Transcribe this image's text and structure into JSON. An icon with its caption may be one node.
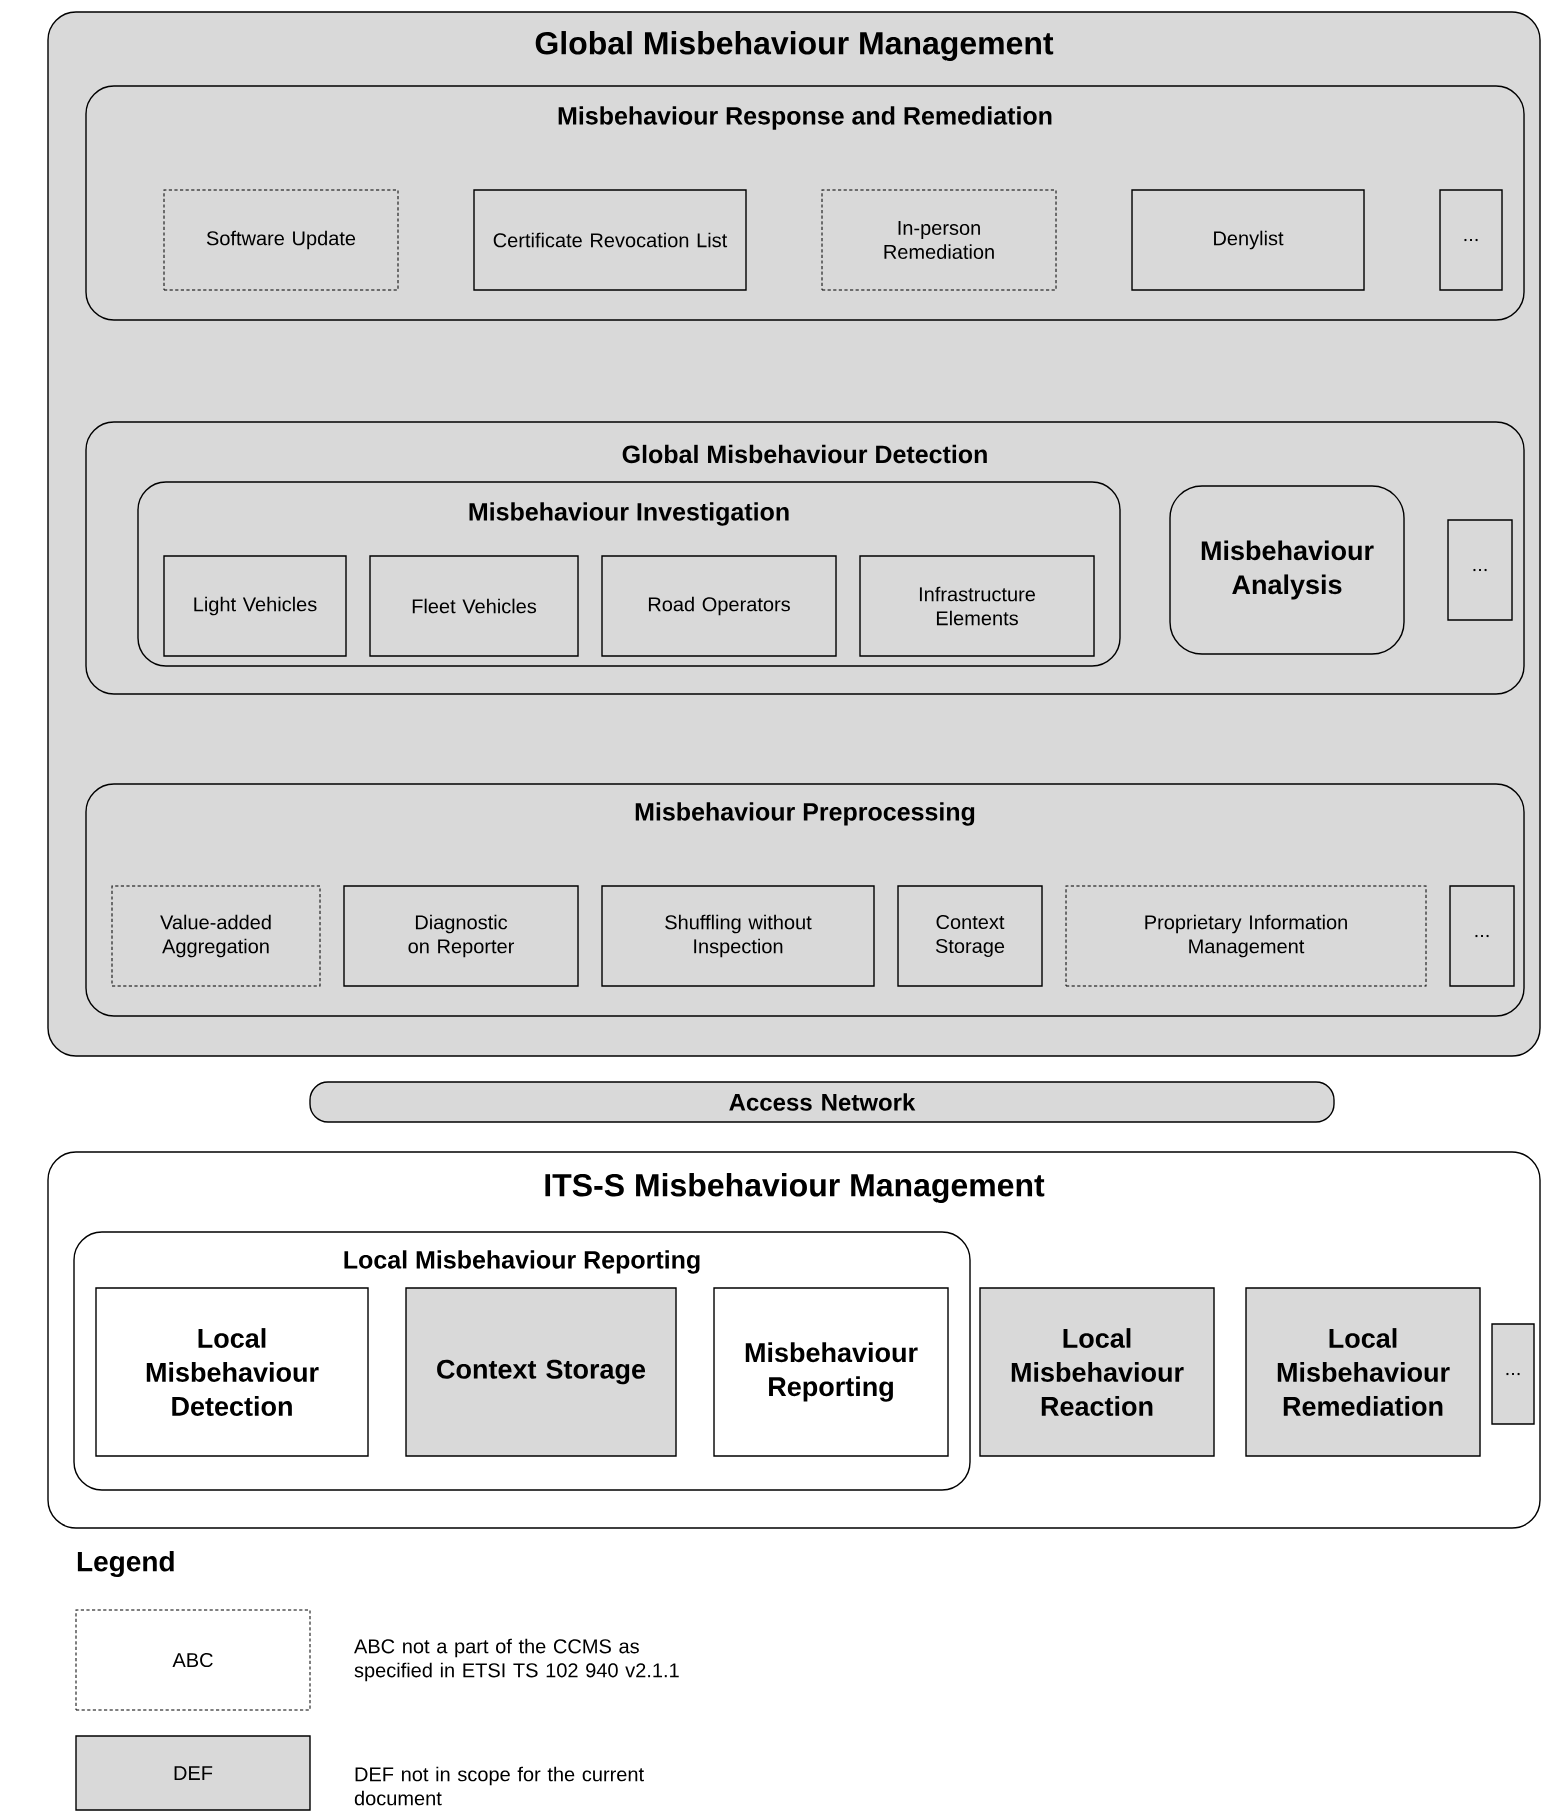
{
  "diagram": {
    "nodes": [
      {
        "text": [
          "Global Misbehaviour Management"
        ]
      },
      {
        "text": [
          "Misbehaviour Response and Remediation"
        ],
        "in": 0
      },
      {
        "text": [
          "Software Update"
        ],
        "in": 1
      },
      {
        "text": [
          "Certificate Revocation List"
        ],
        "in": 1
      },
      {
        "text": [
          "In-person Remediation"
        ],
        "in": 1
      },
      {
        "text": [
          "Denylist"
        ],
        "in": 1
      },
      {
        "text": [
          "..."
        ],
        "in": 1
      },
      {
        "text": [
          "Global Misbehaviour Detection"
        ],
        "in": 0
      },
      {
        "text": [
          "Misbehaviour Investigation"
        ],
        "in": 7
      },
      {
        "text": [
          "Light Vehicles"
        ],
        "in": 8
      },
      {
        "text": [
          "Fleet Vehicles"
        ],
        "in": 8
      },
      {
        "text": [
          "Road Operators"
        ],
        "in": 8
      },
      {
        "text": [
          "Infrastructure Elements"
        ],
        "in": 8
      },
      {
        "text": [
          "Misbehaviour Analysis"
        ],
        "in": 7
      },
      {
        "text": [
          "..."
        ],
        "in": 7
      },
      {
        "text": [
          "Misbehaviour Preprocessing"
        ],
        "in": 0
      },
      {
        "text": [
          "Value-added Aggregation"
        ],
        "in": 15
      },
      {
        "text": [
          "Diagnostic on Reporter"
        ],
        "in": 15
      },
      {
        "text": [
          "Shuffling without Inspection"
        ],
        "in": 15
      },
      {
        "text": [
          "Context Storage"
        ],
        "in": 15
      },
      {
        "text": [
          "Proprietary Information Management"
        ],
        "in": 15
      },
      {
        "text": [
          "..."
        ],
        "in": 15
      },
      {
        "text": [
          "Access Network"
        ]
      },
      {
        "text": [
          "ITS-S Misbehaviour Management"
        ]
      },
      {
        "text": [
          "Local Misbehaviour Reporting"
        ],
        "in": 23
      },
      {
        "text": [
          "Local Misbehaviour Detection"
        ],
        "in": 24
      },
      {
        "text": [
          "Context Storage"
        ],
        "in": 24
      },
      {
        "text": [
          "Misbehaviour Reporting"
        ],
        "in": 24
      },
      {
        "text": [
          "Local Misbehaviour Reaction"
        ],
        "in": 23
      },
      {
        "text": [
          "Local Misbehaviour Remediation"
        ],
        "in": 23
      },
      {
        "text": [
          "..."
        ],
        "in": 23
      }
    ],
    "labels": [
      "Legend",
      "ABC",
      "DEF"
    ],
    "legend": [
      {
        "text": "ABC not a part of the CCMS as specified in ETSI TS 102 940 v2.1.1"
      },
      {
        "text": "DEF not in scope for the current document"
      }
    ]
  }
}
